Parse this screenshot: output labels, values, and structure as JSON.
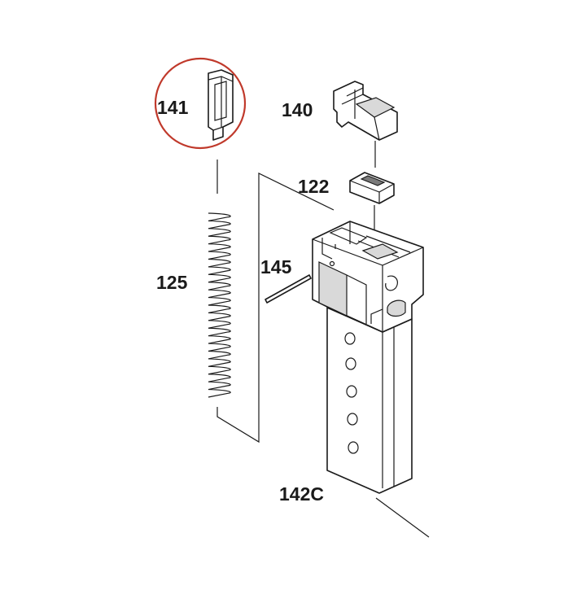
{
  "colors": {
    "ink": "#1a1a1a",
    "background": "#ffffff",
    "highlight_circle": "#c0392b"
  },
  "labels": {
    "part_141": "141",
    "part_140": "140",
    "part_122": "122",
    "part_145": "145",
    "part_125": "125",
    "part_142c": "142C"
  }
}
